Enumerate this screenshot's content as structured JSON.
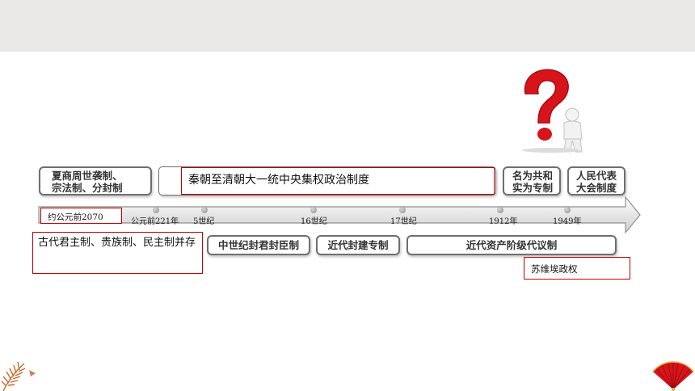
{
  "timeline": {
    "periods_top": {
      "xia_shang_zhou": [
        "夏商周世袭制、",
        "宗法制、分封制"
      ],
      "qin_to_qing": "秦朝至清朝大一统中央集权政治制度",
      "nominal_republic": [
        "名为共和",
        "实为专制"
      ],
      "peoples_congress": [
        "人民代表",
        "大会制度"
      ]
    },
    "dates": {
      "start": "约公元前2070",
      "bc221": "公元前221年",
      "c5": "5世纪",
      "c16": "16世纪",
      "c17": "17世纪",
      "y1912": "1912年",
      "y1949": "1949年"
    },
    "periods_bottom": {
      "ancient_forms": "古代君主制、贵族制、民主制并存",
      "medieval": "中世纪封君封臣制",
      "early_modern": "近代封建专制",
      "modern": "近代资产阶级代议制",
      "soviet": "苏维埃政权"
    }
  },
  "decorations": {
    "question_mark_icon": "question-mark-figure",
    "leaf_icon": "feather-leaf",
    "fan_icon": "red-folding-fan"
  }
}
